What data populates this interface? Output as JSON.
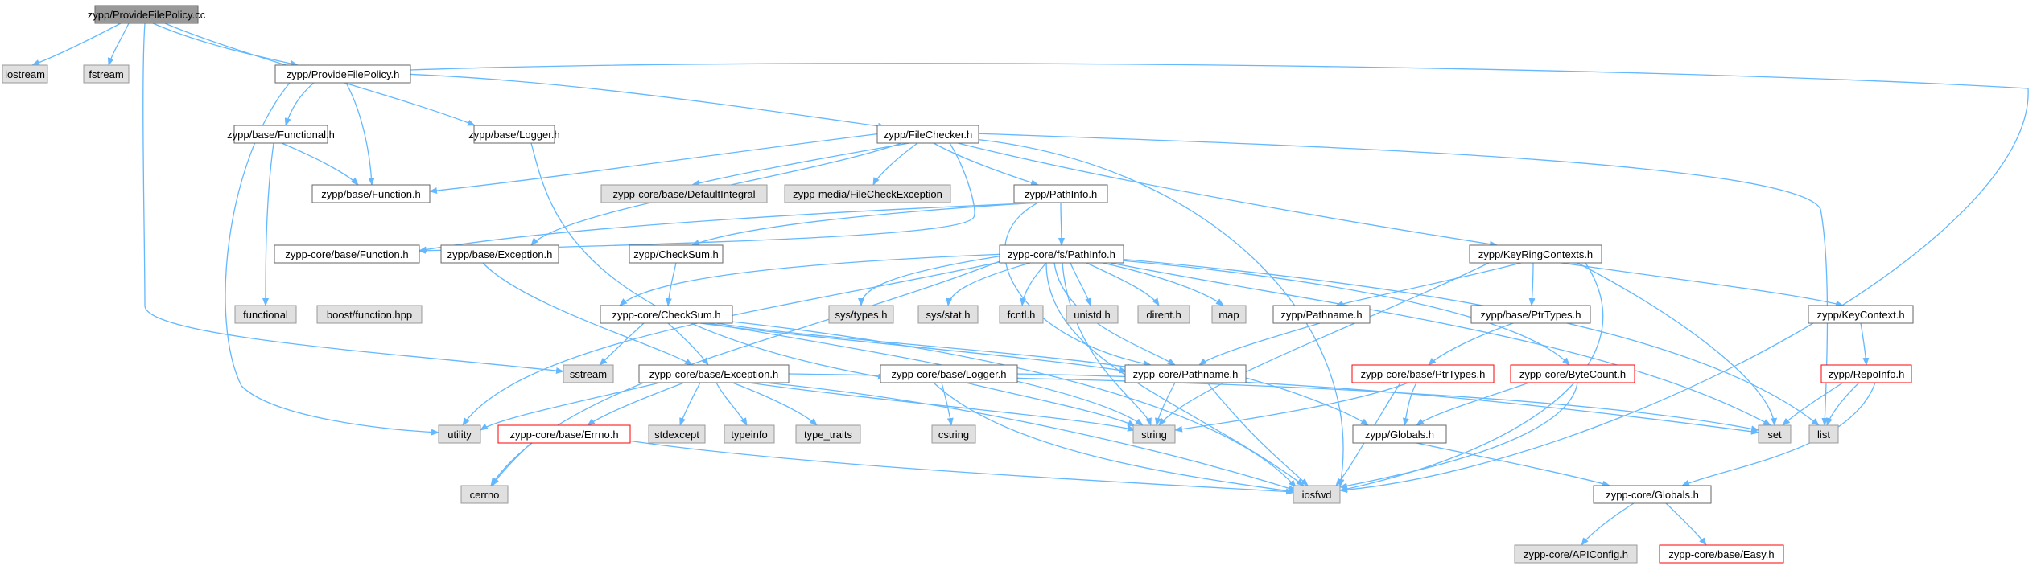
{
  "colors": {
    "edge": "#63b8ff",
    "root_fill": "#999999",
    "external_fill": "#e0e0e0",
    "truncated_border": "#ff0000",
    "normal_border": "#666666"
  },
  "nodes": {
    "root": "zypp/ProvideFilePolicy.cc",
    "iostream": "iostream",
    "fstream": "fstream",
    "pfp_h": "zypp/ProvideFilePolicy.h",
    "logger_h": "zypp/base/Logger.h",
    "functional_h": "zypp/base/Functional.h",
    "filechecker_h": "zypp/FileChecker.h",
    "function_h": "zypp/base/Function.h",
    "defaultintegral": "zypp-core/base/DefaultIntegral",
    "filecheckexception": "zypp-media/FileCheckException",
    "pathinfo_h": "zypp/PathInfo.h",
    "core_function_h": "zypp-core/base/Function.h",
    "exception_h": "zypp/base/Exception.h",
    "checksum_h": "zypp/CheckSum.h",
    "fs_pathinfo_h": "zypp-core/fs/PathInfo.h",
    "keyringcontexts_h": "zypp/KeyRingContexts.h",
    "functional": "functional",
    "boost_function": "boost/function.hpp",
    "core_checksum_h": "zypp-core/CheckSum.h",
    "systypes": "sys/types.h",
    "sysstat": "sys/stat.h",
    "fcntl": "fcntl.h",
    "unistd": "unistd.h",
    "dirent": "dirent.h",
    "map": "map",
    "pathname_h": "zypp/Pathname.h",
    "ptrtypes_h": "zypp/base/PtrTypes.h",
    "keycontext_h": "zypp/KeyContext.h",
    "sstream": "sstream",
    "core_exception_h": "zypp-core/base/Exception.h",
    "core_logger_h": "zypp-core/base/Logger.h",
    "core_pathname_h": "zypp-core/Pathname.h",
    "core_ptrtypes_h": "zypp-core/base/PtrTypes.h",
    "bytecount_h": "zypp-core/ByteCount.h",
    "repoinfo_h": "zypp/RepoInfo.h",
    "utility": "utility",
    "errno_h": "zypp-core/base/Errno.h",
    "stdexcept": "stdexcept",
    "typeinfo": "typeinfo",
    "type_traits": "type_traits",
    "cstring": "cstring",
    "string": "string",
    "globals_h": "zypp/Globals.h",
    "set": "set",
    "list": "list",
    "cerrno": "cerrno",
    "iosfwd": "iosfwd",
    "core_globals_h": "zypp-core/Globals.h",
    "apiconfig_h": "zypp-core/APIConfig.h",
    "easy_h": "zypp-core/base/Easy.h"
  }
}
